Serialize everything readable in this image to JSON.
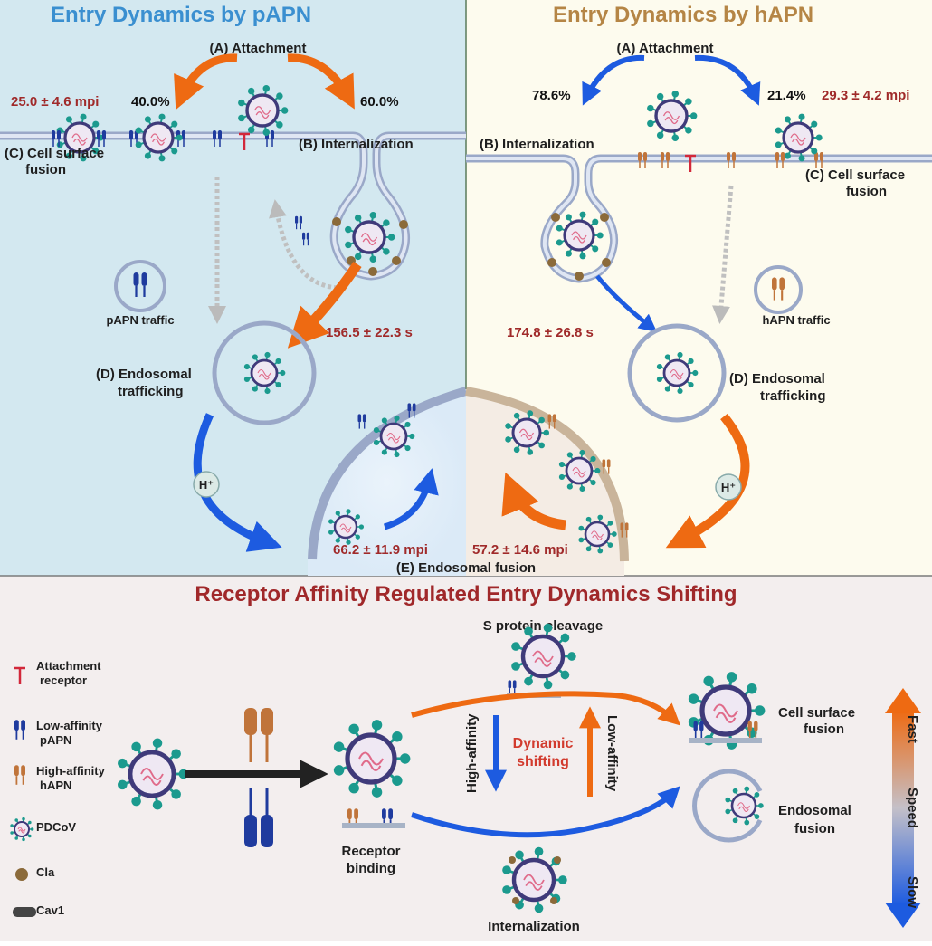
{
  "left_panel": {
    "title": "Entry Dynamics by pAPN",
    "attachment": "(A) Attachment",
    "pct_surface": "40.0%",
    "pct_internal": "60.0%",
    "surface_time": "25.0 ± 4.6 mpi",
    "internalization": "(B) Internalization",
    "cell_surface_fusion_1": "(C) Cell surface",
    "cell_surface_fusion_2": "fusion",
    "traffic": "pAPN traffic",
    "endo_time": "156.5 ± 22.3 s",
    "endosomal_1": "(D) Endosomal",
    "endosomal_2": "trafficking",
    "fusion_time": "66.2 ± 11.9 mpi"
  },
  "right_panel": {
    "title": "Entry Dynamics by hAPN",
    "attachment": "(A) Attachment",
    "pct_internal": "78.6%",
    "pct_surface": "21.4%",
    "surface_time": "29.3 ± 4.2 mpi",
    "internalization": "(B) Internalization",
    "cell_surface_fusion_1": "(C) Cell surface",
    "cell_surface_fusion_2": "fusion",
    "traffic": "hAPN traffic",
    "endo_time": "174.8 ± 26.8 s",
    "endosomal_1": "(D) Endosomal",
    "endosomal_2": "trafficking",
    "fusion_time": "57.2 ± 14.6 mpi"
  },
  "endosomal_fusion": "(E) Endosomal fusion",
  "proton": "H⁺",
  "bottom": {
    "title": "Receptor Affinity Regulated Entry Dynamics Shifting",
    "legend": [
      {
        "line1": "Attachment",
        "line2": "receptor",
        "icon": "attachment-receptor-icon"
      },
      {
        "line1": "Low-affinity",
        "line2": "pAPN",
        "icon": "papn-receptor-icon"
      },
      {
        "line1": "High-affinity",
        "line2": "hAPN",
        "icon": "hapn-receptor-icon"
      },
      {
        "line1": "PDCoV",
        "line2": "",
        "icon": "pdcov-virion-icon"
      },
      {
        "line1": "Cla",
        "line2": "",
        "icon": "clathrin-icon"
      },
      {
        "line1": "Cav1",
        "line2": "",
        "icon": "caveolin-icon"
      }
    ],
    "receptor_binding_1": "Receptor",
    "receptor_binding_2": "binding",
    "s_protein": "S protein cleavage",
    "high_affinity": "High-affinity",
    "low_affinity": "Low-affinity",
    "dynamic_1": "Dynamic",
    "dynamic_2": "shifting",
    "internalization": "Internalization",
    "cell_surface_1": "Cell surface",
    "cell_surface_2": "fusion",
    "endosomal_1": "Endosomal",
    "endosomal_2": "fusion",
    "speed_fast": "Fast",
    "speed_label": "Speed",
    "speed_slow": "Slow"
  },
  "colors": {
    "left_bg": "#d3e8f0",
    "right_bg": "#fdfbee",
    "bottom_bg": "#f3eeee",
    "title_blue": "#3a8fd0",
    "title_brown": "#b58545",
    "title_red": "#a0282a",
    "orange": "#ee6a12",
    "blue": "#1d5be0",
    "papn": "#1f3b9e",
    "hapn": "#c0743a",
    "virion_ring": "#3f3a7a",
    "spike": "#1b9a8e"
  }
}
